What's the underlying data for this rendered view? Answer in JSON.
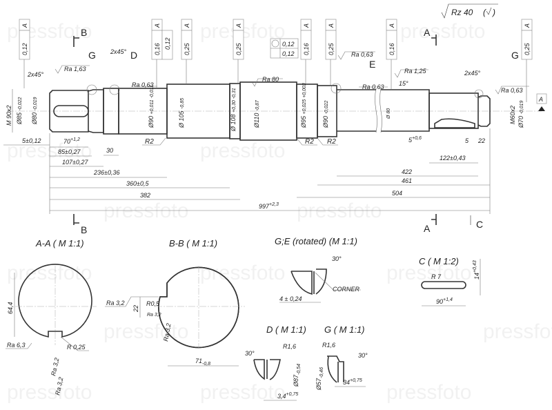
{
  "watermark": "pressfoto",
  "roughness_general": "Rz 40",
  "cut_labels": {
    "b_top": "B",
    "b_bottom": "B",
    "a_top": "A",
    "a_bottom": "A",
    "c": "C",
    "g_left": "G",
    "g_right": "G",
    "d": "D",
    "e": "E",
    "datum_a": "A"
  },
  "gdt": [
    {
      "tol": "0,12",
      "datum": "A"
    },
    {
      "tol": "0,16",
      "tol2": "0,12",
      "datum": "A"
    },
    {
      "tol": "0,25",
      "datum": "A"
    },
    {
      "tol": "0,25",
      "datum": "A"
    },
    {
      "tol": "0,12",
      "tol2": "0,12"
    },
    {
      "tol": "0,16",
      "datum": "A"
    },
    {
      "tol": "0,25",
      "datum": "A"
    },
    {
      "tol": "0,16",
      "datum": "A"
    },
    {
      "tol": "0,25",
      "datum": "A"
    }
  ],
  "roughness": {
    "ra163": "Ra 1,63",
    "ra063a": "Ra 0,63",
    "ra80": "Ra 80",
    "ra063b": "Ra 0,63",
    "ra063c": "Ra 0,63",
    "ra125": "Ra 1,25",
    "ra063d": "Ra 0,63"
  },
  "chamfers": {
    "left": "2x45°",
    "groove": "2x45°",
    "right": "2x45°",
    "angle15": "15°"
  },
  "diameters": {
    "m90": "M 90x2",
    "d85": "Ø85",
    "d85_tol": "-0,022",
    "d80": "Ø80",
    "d80_tol": "-0,019",
    "d90": "Ø90",
    "d90_tol": "+0,011 -0,011",
    "d105": "Ø 105",
    "d105_tol": "-0,85",
    "d108": "Ø 108",
    "d108_tol": "+0,30 -0,31",
    "d110": "Ø110",
    "d110_tol": "-0,87",
    "d95": "Ø95",
    "d95_tol": "+0,025 +0,003",
    "d90b": "Ø90",
    "d90b_tol": "-0,022",
    "d80b": "Ø 80",
    "m60": "M60x2",
    "d70": "Ø70",
    "d70_tol": "-0,019"
  },
  "radii": {
    "r2a": "R2",
    "r2b": "R2",
    "r2c": "R2"
  },
  "lengths": {
    "l5": "5±0,12",
    "l70": "70",
    "l70_tol": "+1,2",
    "l85": "85±0,27",
    "l30": "30",
    "l107": "107±0,27",
    "l236": "236±0,36",
    "l360": "360±0,5",
    "l382": "382",
    "l997": "997",
    "l997_tol": "+2,3",
    "l5b": "5",
    "l5b_tol": "+0,6",
    "l5c": "5",
    "l22": "22",
    "l122": "122±0,43",
    "l422": "422",
    "l461": "461",
    "l504": "504"
  },
  "views": {
    "aa": {
      "title": "A-A ( M 1:1)",
      "d": "64,4",
      "ra63": "Ra 6,3",
      "r025": "R 0,25",
      "ra32a": "Ra 3,2",
      "ra32b": "Ra 3,2"
    },
    "bb": {
      "title": "B-B ( M 1:1)",
      "ra32a": "Ra 3,2",
      "w": "22",
      "r05": "R0,5",
      "ra32b": "Ra 3,2",
      "ra32c": "Ra 3,2",
      "l71": "71",
      "l71_tol": "-0,8"
    },
    "ge": {
      "title": "G;E (rotated) (M  1:1)",
      "angle": "30°",
      "corner": "CORNER",
      "l4": "4  ±  0,24"
    },
    "c": {
      "title": "C ( M  1:2)",
      "r7": "R 7",
      "l90": "90",
      "l90_tol": "+1,4",
      "l14": "14",
      "l14_tol": "+0,43"
    },
    "d": {
      "title": "D ( M  1:1)",
      "angle": "30°",
      "r16": "R1,6",
      "d87": "Ø87",
      "d87_tol": "-0,54",
      "l34": "3,4",
      "l34_tol": "+0,75"
    },
    "g": {
      "title": "G ( M  1:1)",
      "angle": "30°",
      "r16": "R1,6",
      "d57": "Ø57",
      "d57_tol": "-0,46",
      "l34": "34",
      "l34_tol": "+0,75"
    }
  }
}
